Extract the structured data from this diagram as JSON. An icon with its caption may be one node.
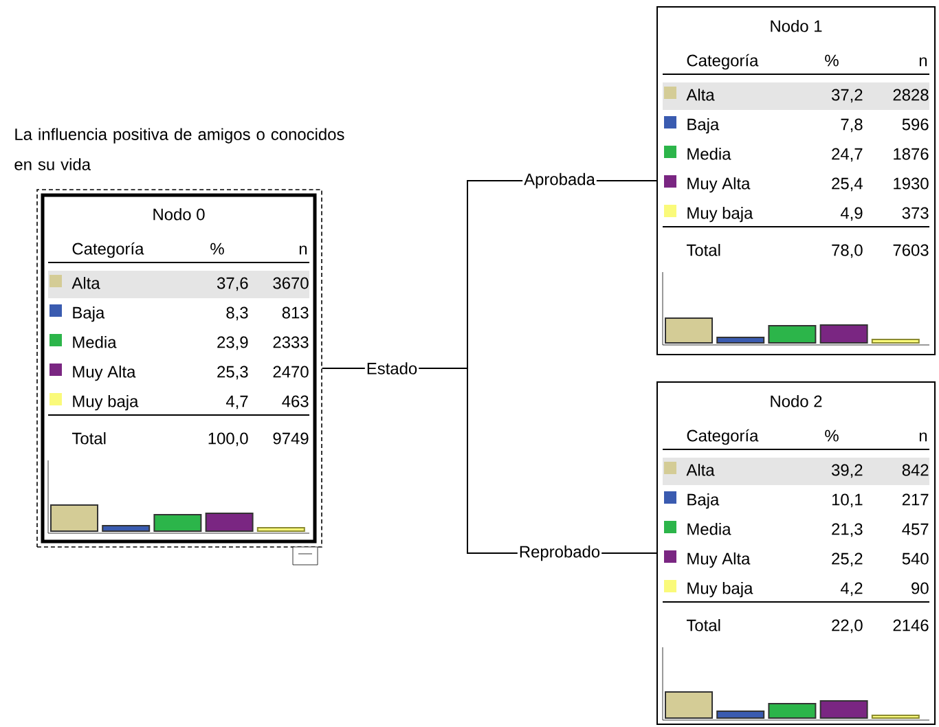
{
  "diagram": {
    "nodes": [
      {
        "text": [
          "Nodo 0",
          "Categoría",
          "%",
          "n",
          "Alta",
          "37,6",
          "3670",
          "Baja",
          "8,3",
          "813",
          "Media",
          "23,9",
          "2333",
          "Muy Alta",
          "25,3",
          "2470",
          "Muy baja",
          "4,7",
          "463",
          "Total",
          "100,0",
          "9749"
        ],
        "beside": [
          "La influencia positiva de amigos o conocidos en su vida"
        ]
      },
      {
        "text": [
          "Nodo 1",
          "Categoría",
          "%",
          "n",
          "Alta",
          "37,2",
          "2828",
          "Baja",
          "7,8",
          "596",
          "Media",
          "24,7",
          "1876",
          "Muy Alta",
          "25,4",
          "1930",
          "Muy baja",
          "4,9",
          "373",
          "Total",
          "78,0",
          "7603"
        ]
      },
      {
        "text": [
          "Nodo 2",
          "Categoría",
          "%",
          "n",
          "Alta",
          "39,2",
          "842",
          "Baja",
          "10,1",
          "217",
          "Media",
          "21,3",
          "457",
          "Muy Alta",
          "25,2",
          "540",
          "Muy baja",
          "4,2",
          "90",
          "Total",
          "22,0",
          "2146"
        ]
      }
    ],
    "edges": [
      {
        "from": 0,
        "to": 1,
        "arrow": "none",
        "label": "Aprobada"
      },
      {
        "from": 0,
        "to": 2,
        "arrow": "none",
        "label": "Reprobado"
      }
    ],
    "labels": [
      "Estado"
    ]
  }
}
